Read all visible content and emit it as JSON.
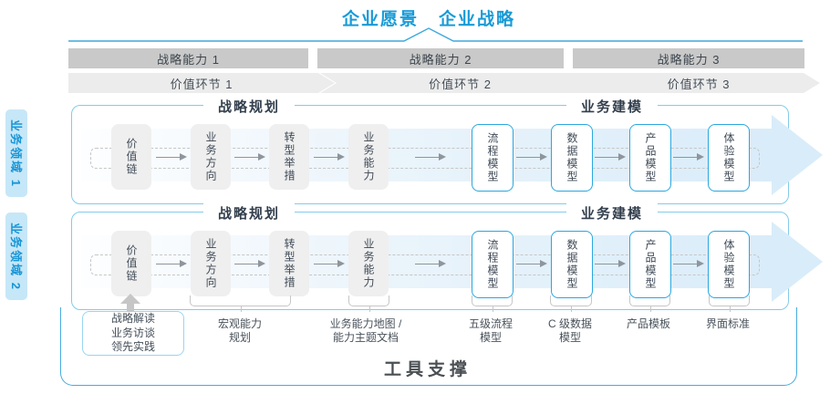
{
  "header": {
    "vision": "企业愿景",
    "strategy": "企业战略"
  },
  "strategy_capabilities": [
    {
      "label": "战略能力 1"
    },
    {
      "label": "战略能力 2"
    },
    {
      "label": "战略能力 3"
    }
  ],
  "value_chains": [
    {
      "label": "价值环节 1"
    },
    {
      "label": "价值环节 2"
    },
    {
      "label": "价值环节 3"
    }
  ],
  "business_domains": [
    {
      "label": "业务领域 1"
    },
    {
      "label": "业务领域 2"
    }
  ],
  "row": {
    "planning_title": "战略规划",
    "modeling_title": "业务建模",
    "planning_boxes": [
      "价值链",
      "业务方向",
      "转型举措",
      "业务能力"
    ],
    "modeling_boxes": [
      "流程模型",
      "数据模型",
      "产品模型",
      "体验模型"
    ]
  },
  "deliverables": {
    "source_box": "战略解读\n业务访谈\n领先实践",
    "items": [
      {
        "label": "宏观能力\n规划"
      },
      {
        "label": "业务能力地图 /\n能力主题文档"
      },
      {
        "label": "五级流程\n模型"
      },
      {
        "label": "C 级数据\n模型"
      },
      {
        "label": "产品模板"
      },
      {
        "label": "界面标准"
      }
    ]
  },
  "footer": {
    "label": "工具支撑"
  },
  "colors": {
    "accent_blue": "#189BD7",
    "panel_border": "#82CCEB",
    "box_border_blue": "#2AA7DF",
    "band_fill": "#D9ECF9",
    "bar_gray": "#C9C9C9",
    "chevron_gray": "#ECECEC",
    "tab_fill": "#C6E7F7",
    "tools_border": "#49ABDC"
  }
}
